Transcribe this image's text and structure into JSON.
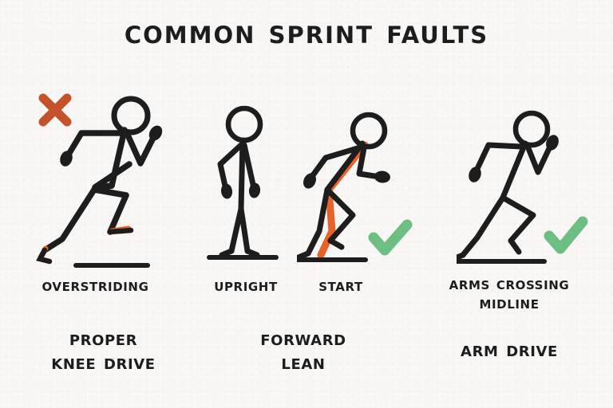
{
  "poster": {
    "title": "Common Sprint Faults",
    "background_color": "#f8f7f5",
    "ink_color": "#1d1d1d",
    "accent_red": "#c4512a",
    "accent_orange": "#e8632a",
    "accent_green": "#6cbe83"
  },
  "columns": [
    {
      "id": "overstriding",
      "fault_label": "Overstriding",
      "fix_label_line1": "Proper",
      "fix_label_line2": "Knee Drive",
      "mark": "x-mark",
      "figure": "stick-figure-overstriding"
    },
    {
      "id": "upright-start",
      "fault_label": "Upright",
      "fix_label_line1": "Forward",
      "fix_label_line2": "Lean",
      "mark": "none",
      "figure": "stick-figure-upright"
    },
    {
      "id": "forward-lean-start",
      "fault_label": "Start",
      "fix_label_line1": "",
      "fix_label_line2": "",
      "mark": "check-mark",
      "figure": "stick-figure-forward-lean"
    },
    {
      "id": "arms-crossing-midline",
      "fault_label_line1": "Arms Crossing",
      "fault_label_line2": "Midline",
      "fix_label_line1": "Arm Drive",
      "fix_label_line2": "",
      "mark": "check-mark",
      "figure": "stick-figure-arm-drive"
    }
  ]
}
